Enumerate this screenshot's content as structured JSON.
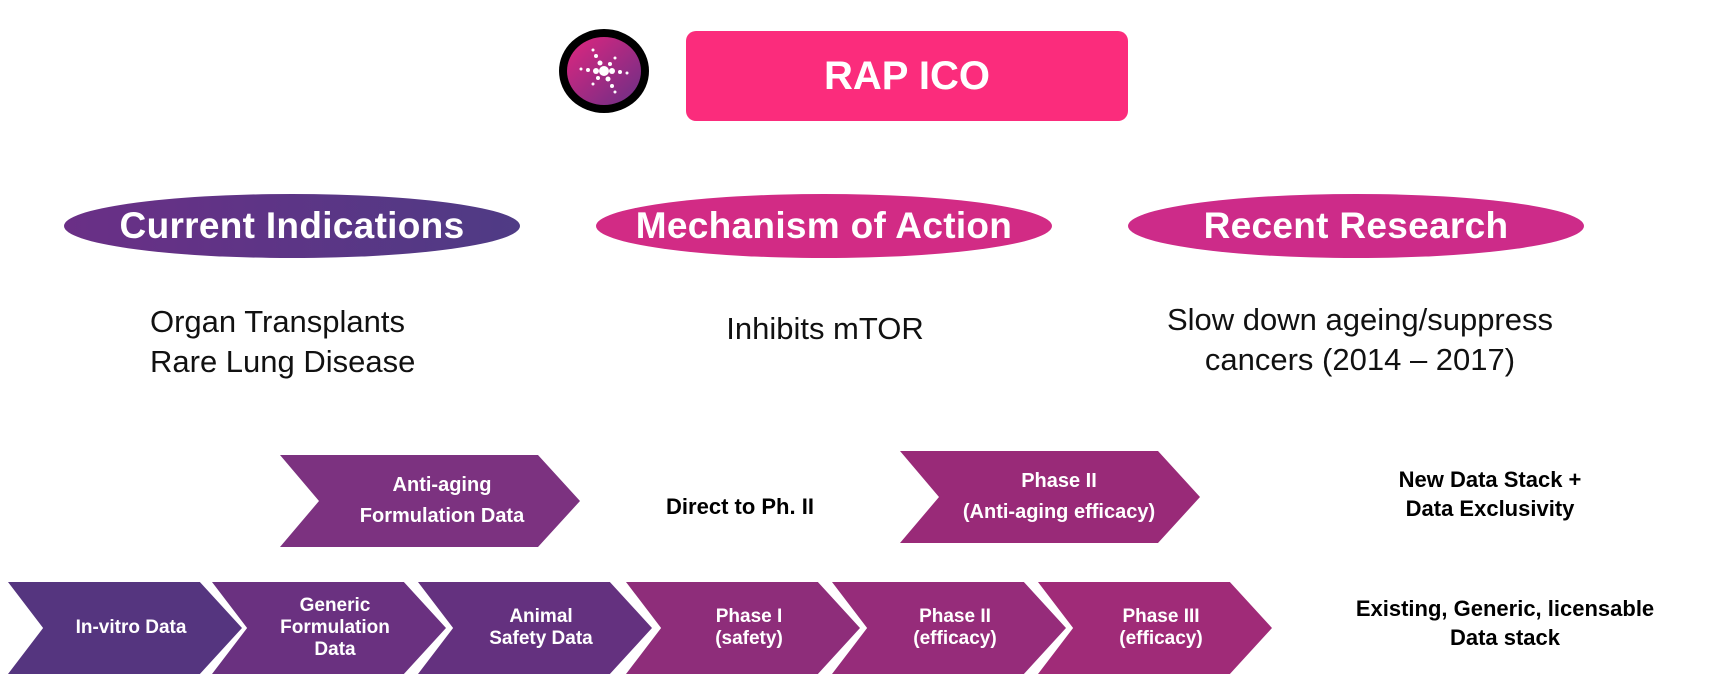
{
  "header": {
    "title": "RAP ICO",
    "logo_icon": "cross-dots-logo-icon"
  },
  "pills": {
    "indications": "Current Indications",
    "mechanism": "Mechanism of Action",
    "research": "Recent Research"
  },
  "descriptions": {
    "indications": "Organ Transplants\nRare Lung Disease",
    "mechanism": "Inhibits mTOR",
    "research": "Slow down ageing/suppress\ncancers (2014 – 2017)"
  },
  "top_row": {
    "anti_aging": "Anti-aging\nFormulation Data",
    "direct": "Direct to Ph. II",
    "phase2": "Phase II\n(Anti-aging efficacy)",
    "summary": "New Data Stack +\nData Exclusivity"
  },
  "bottom_row": {
    "steps": [
      "In-vitro Data",
      "Generic\nFormulation\nData",
      "Animal\nSafety Data",
      "Phase I\n(safety)",
      "Phase II\n(efficacy)",
      "Phase III\n(efficacy)"
    ],
    "summary": "Existing, Generic, licensable\nData stack"
  },
  "colors": {
    "title_pink": "#fb2c7c",
    "purple": "#55357f",
    "magenta": "#d22b85"
  }
}
